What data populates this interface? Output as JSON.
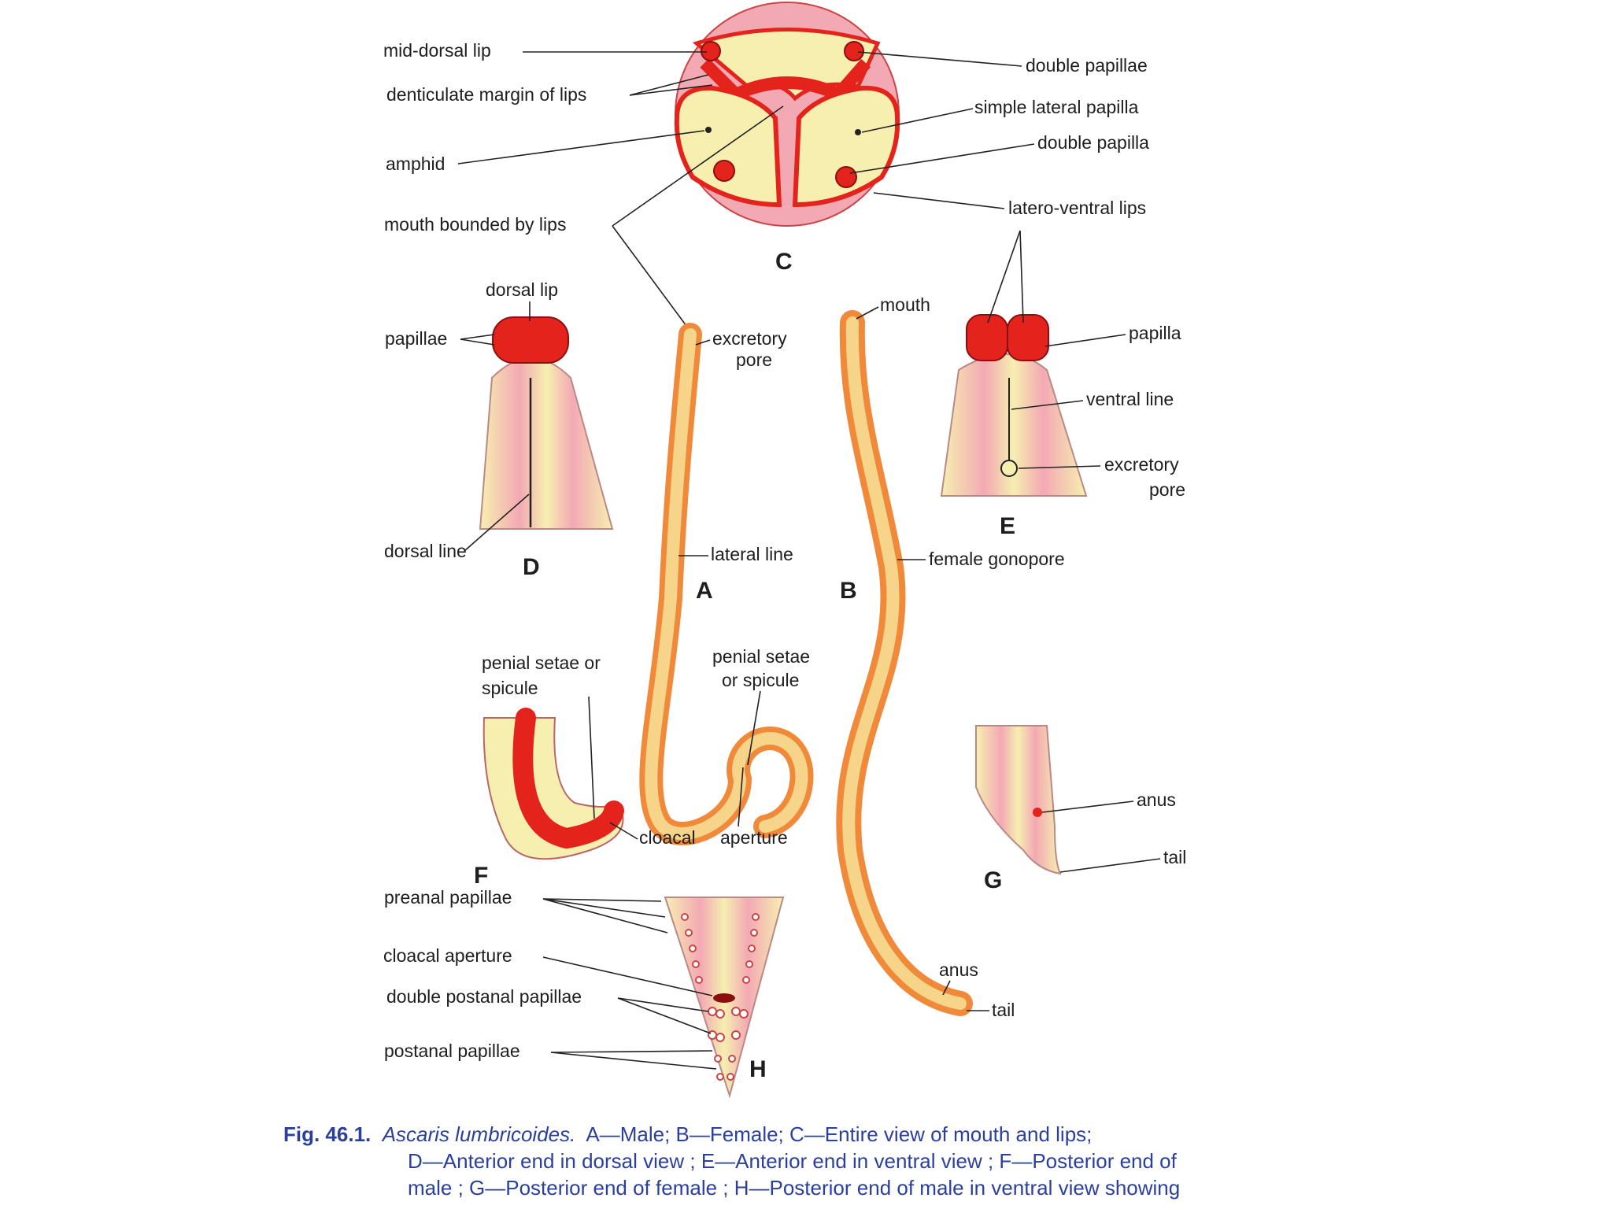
{
  "labels": {
    "mid_dorsal_lip": "mid-dorsal lip",
    "denticulate_margin": "denticulate margin of lips",
    "amphid": "amphid",
    "mouth_bounded": "mouth bounded by lips",
    "double_papillae": "double papillae",
    "simple_lateral_papilla": "simple lateral papilla",
    "double_papilla": "double papilla",
    "latero_ventral_lips": "latero-ventral lips",
    "dorsal_lip": "dorsal lip",
    "papillae": "papillae",
    "dorsal_line": "dorsal line",
    "excretory": "excretory",
    "pore": "pore",
    "lateral_line": "lateral line",
    "mouth": "mouth",
    "female_gonopore": "female gonopore",
    "papilla": "papilla",
    "ventral_line": "ventral line",
    "excretory_e": "excretory",
    "pore_e": "pore",
    "penial_f_1": "penial setae or",
    "penial_f_2": "spicule",
    "penial_a_1": "penial setae",
    "penial_a_2": "or spicule",
    "cloacal": "cloacal",
    "aperture": "aperture",
    "anus_g": "anus",
    "tail_g": "tail",
    "preanal_papillae": "preanal papillae",
    "cloacal_aperture": "cloacal aperture",
    "double_postanal": "double postanal papillae",
    "postanal_papillae": "postanal papillae",
    "anus_b": "anus",
    "tail_b": "tail"
  },
  "letters": {
    "a": "A",
    "b": "B",
    "c": "C",
    "d": "D",
    "e": "E",
    "f": "F",
    "g": "G",
    "h": "H"
  },
  "caption": {
    "fig": "Fig. 46.1.",
    "species": "Ascaris lumbricoides.",
    "line1": "A—Male; B—Female; C—Entire view of mouth and lips;",
    "line2": "D—Anterior end in dorsal view ; E—Anterior end in ventral view ; F—Posterior end of",
    "line3": "male ; G—Posterior end of female ; H—Posterior end of male in ventral view showing"
  },
  "colors": {
    "pink": "#f3a9b4",
    "red": "#e4231d",
    "orange": "#f08a3a",
    "cream": "#f6efb0",
    "caption_blue": "#2a3f9e"
  }
}
